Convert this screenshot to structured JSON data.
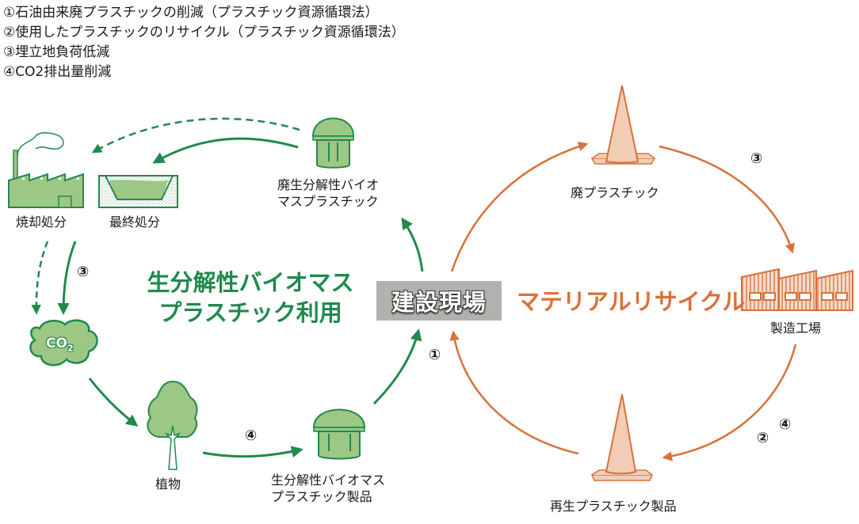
{
  "legend": {
    "items": [
      "①石油由来廃プラスチックの削減（プラスチック資源循環法）",
      "②使用したプラスチックのリサイクル（プラスチック資源循環法）",
      "③埋立地負荷低減",
      "④CO2排出量削減"
    ]
  },
  "center": {
    "label": "建設現場"
  },
  "cycles": {
    "green": {
      "title_line1": "生分解性バイオマス",
      "title_line2": "プラスチック利用",
      "color": "#1f8a4c",
      "nodes": {
        "incineration": "焼却処分",
        "landfill": "最終処分",
        "waste_bio_line1": "廃生分解性バイオ",
        "waste_bio_line2": "マスプラスチック",
        "co2": "CO",
        "co2_sub": "2",
        "plant": "植物",
        "bio_product_line1": "生分解性バイオマス",
        "bio_product_line2": "プラスチック製品"
      },
      "markers": {
        "landfill_reduction": "③",
        "co2_reduction": "④",
        "site": "①"
      }
    },
    "orange": {
      "title": "マテリアルリサイクル",
      "color": "#d9713a",
      "nodes": {
        "waste_plastic": "廃プラスチック",
        "factory": "製造工場",
        "recycled_product": "再生プラスチック製品"
      },
      "markers": {
        "landfill_reduction": "③",
        "recycle": "②",
        "co2_reduction": "④"
      }
    }
  },
  "colors": {
    "green_fill": "#9dc784",
    "green_stroke": "#1f8a4c",
    "orange_fill": "#f2cdb5",
    "orange_stroke": "#d9713a",
    "site_box": "#b3b1ad"
  }
}
